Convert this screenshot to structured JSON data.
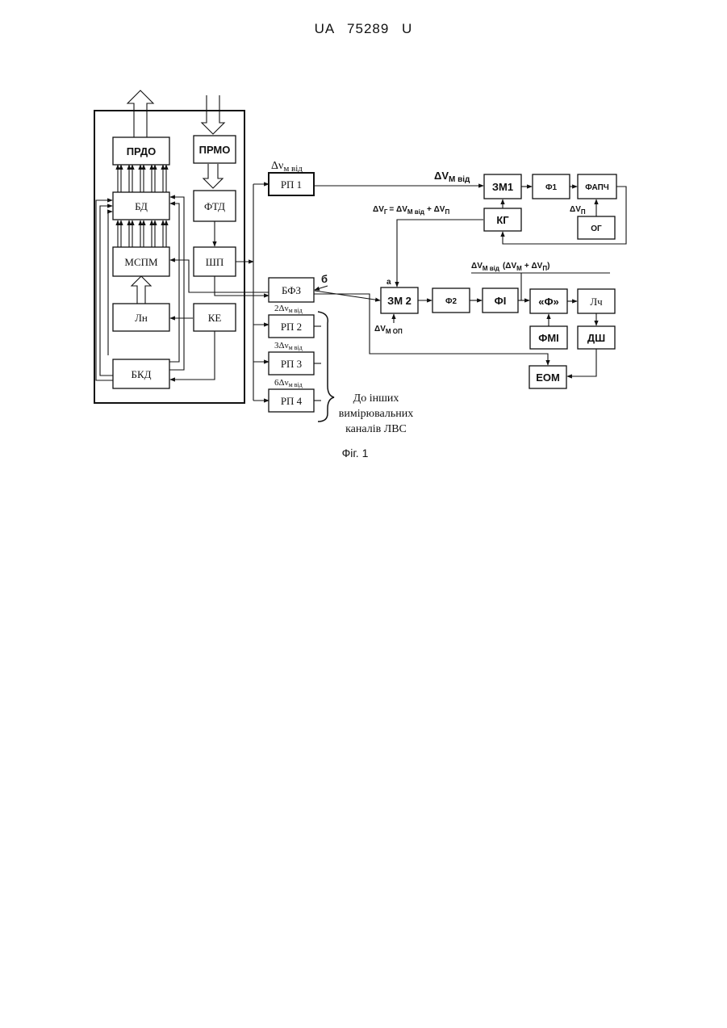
{
  "header": {
    "patent_number": "UA   75289   U"
  },
  "caption": "Фіг. 1",
  "blocks": {
    "prdo": "ПРДО",
    "prmo": "ПРМО",
    "bd": "БД",
    "ftd": "ФТД",
    "mspm": "МСПМ",
    "shp": "ШП",
    "ln": "Лн",
    "ke": "КЕ",
    "bkd": "БКД",
    "rp1": "РП 1",
    "bfz": "БФЗ",
    "rp2": "РП 2",
    "rp3": "РП 3",
    "rp4": "РП 4",
    "zm1": "ЗМ1",
    "f1": "Ф1",
    "fapch": "ФАПЧ",
    "kg": "КГ",
    "og": "ОГ",
    "zm2": "ЗМ 2",
    "f2": "Ф2",
    "fi": "ФІ",
    "phi": "«Ф»",
    "lch": "Лч",
    "fmi": "ФМІ",
    "dsh": "ДШ",
    "eom": "ЕОМ"
  },
  "labels": {
    "dv_m_vid_rp1": "Δν",
    "dv_m_vid_rp1_sub": "м від",
    "dv_m_vid_zm1": "ΔV",
    "dv_m_vid_zm1_sub": "М від",
    "dv_g_eq": "ΔV",
    "dv_g_eq_sub": "Г",
    "dv_g_eq_rest": "= ΔV",
    "dv_g_eq_sub2": "М від",
    "dv_g_eq_plus": "+ ΔV",
    "dv_g_eq_sub3": "П",
    "dv_p_og": "ΔV",
    "dv_p_og_sub": "П",
    "dv_sum": "ΔV",
    "dv_sum_sub": "М від",
    "dv_sum_rest": "(ΔV",
    "dv_sum_sub2": "М",
    "dv_sum_plus": "+ ΔV",
    "dv_sum_sub3": "П",
    "dv_sum_close": ")",
    "a_label": "а",
    "b_label": "б",
    "dv_m_op": "ΔV",
    "dv_m_op_sub": "М ОП",
    "rp2_freq": "2Δν",
    "rp2_freq_sub": "м від",
    "rp3_freq": "3Δν",
    "rp3_freq_sub": "м від",
    "rp4_freq": "6Δν",
    "rp4_freq_sub": "м від",
    "other_channels_1": "До інших",
    "other_channels_2": "вимірювальних",
    "other_channels_3": "каналів ЛВС"
  }
}
